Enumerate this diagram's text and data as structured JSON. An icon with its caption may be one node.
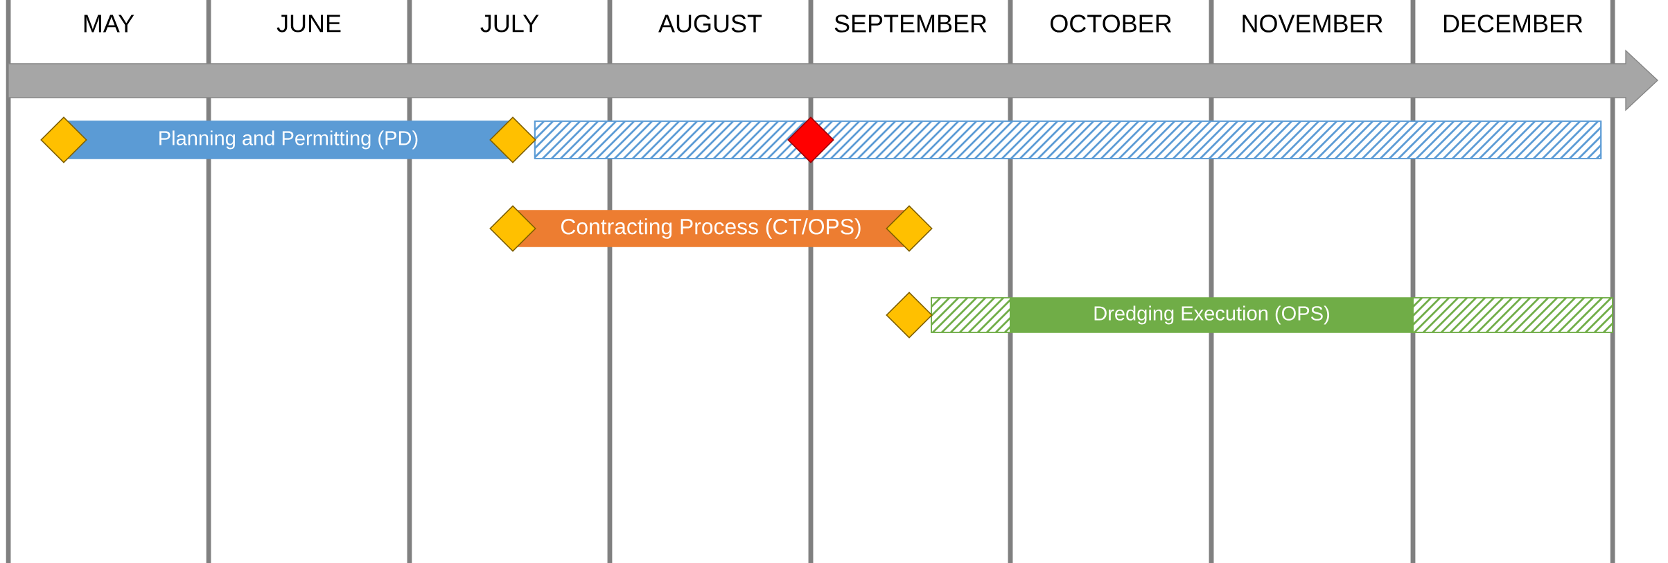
{
  "diagram": {
    "nodes": [
      {
        "text": [],
        "shape": "diamond"
      },
      {
        "text": [
          "Planning and Permitting (PD)"
        ]
      },
      {
        "text": [],
        "shape": "diamond"
      },
      {
        "text": [],
        "shape": "bar"
      },
      {
        "text": [],
        "shape": "diamond"
      },
      {
        "text": [],
        "shape": "diamond"
      },
      {
        "text": [
          "Contracting Process (CT/OPS)"
        ]
      },
      {
        "text": [],
        "shape": "diamond"
      },
      {
        "text": [],
        "shape": "diamond"
      },
      {
        "text": [],
        "shape": "bar"
      },
      {
        "text": [
          "Dredging Execution (OPS)"
        ]
      },
      {
        "text": [],
        "shape": "bar"
      }
    ],
    "labels": [
      "MAY",
      "JUNE",
      "JULY",
      "AUGUST",
      "SEPTEMBER",
      "OCTOBER",
      "NOVEMBER",
      "DECEMBER"
    ]
  }
}
